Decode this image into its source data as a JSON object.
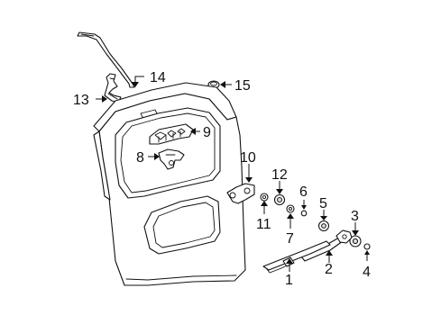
{
  "diagram": {
    "callouts": [
      {
        "id": "c1",
        "number": "1"
      },
      {
        "id": "c2",
        "number": "2"
      },
      {
        "id": "c3",
        "number": "3"
      },
      {
        "id": "c4",
        "number": "4"
      },
      {
        "id": "c5",
        "number": "5"
      },
      {
        "id": "c6",
        "number": "6"
      },
      {
        "id": "c7",
        "number": "7"
      },
      {
        "id": "c8",
        "number": "8"
      },
      {
        "id": "c9",
        "number": "9"
      },
      {
        "id": "c10",
        "number": "10"
      },
      {
        "id": "c11",
        "number": "11"
      },
      {
        "id": "c12",
        "number": "12"
      },
      {
        "id": "c13",
        "number": "13"
      },
      {
        "id": "c14",
        "number": "14"
      },
      {
        "id": "c15",
        "number": "15"
      }
    ]
  }
}
